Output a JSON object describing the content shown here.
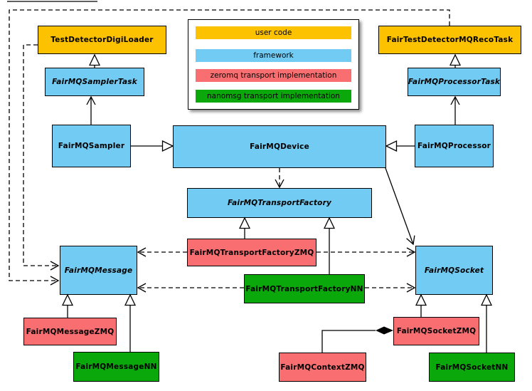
{
  "palette": {
    "user_code": "#FCC200",
    "framework": "#72CBF2",
    "zeromq": "#F96F71",
    "nanomsg": "#0BA80B",
    "line": "#000000",
    "background": "#FFFFFF"
  },
  "legend": {
    "items": [
      {
        "label": "user code",
        "category": "user_code"
      },
      {
        "label": "framework",
        "category": "framework"
      },
      {
        "label": "zeromq transport implementation",
        "category": "zeromq"
      },
      {
        "label": "nanomsg transport implementation",
        "category": "nanomsg"
      }
    ]
  },
  "nodes": {
    "digiloader": {
      "label": "TestDetectorDigiLoader",
      "category": "user_code",
      "abstract": false
    },
    "recotask": {
      "label": "FairTestDetectorMQRecoTask",
      "category": "user_code",
      "abstract": false
    },
    "samplertask": {
      "label": "FairMQSamplerTask",
      "category": "framework",
      "abstract": true
    },
    "processortask": {
      "label": "FairMQProcessorTask",
      "category": "framework",
      "abstract": true
    },
    "sampler": {
      "label": "FairMQSampler",
      "category": "framework",
      "abstract": false
    },
    "device": {
      "label": "FairMQDevice",
      "category": "framework",
      "abstract": false
    },
    "processor": {
      "label": "FairMQProcessor",
      "category": "framework",
      "abstract": false
    },
    "transportfactory": {
      "label": "FairMQTransportFactory",
      "category": "framework",
      "abstract": true
    },
    "tfzmq": {
      "label": "FairMQTransportFactoryZMQ",
      "category": "zeromq",
      "abstract": false
    },
    "tfnn": {
      "label": "FairMQTransportFactoryNN",
      "category": "nanomsg",
      "abstract": false
    },
    "message": {
      "label": "FairMQMessage",
      "category": "framework",
      "abstract": true
    },
    "socket": {
      "label": "FairMQSocket",
      "category": "framework",
      "abstract": true
    },
    "messagezmq": {
      "label": "FairMQMessageZMQ",
      "category": "zeromq",
      "abstract": false
    },
    "messagenn": {
      "label": "FairMQMessageNN",
      "category": "nanomsg",
      "abstract": false
    },
    "socketzmq": {
      "label": "FairMQSocketZMQ",
      "category": "zeromq",
      "abstract": false
    },
    "contextzmq": {
      "label": "FairMQContextZMQ",
      "category": "zeromq",
      "abstract": false
    },
    "socketnn": {
      "label": "FairMQSocketNN",
      "category": "nanomsg",
      "abstract": false
    }
  },
  "edges": [
    {
      "from": "FairMQSamplerTask",
      "to": "TestDetectorDigiLoader",
      "type": "inheritance"
    },
    {
      "from": "FairMQProcessorTask",
      "to": "FairTestDetectorMQRecoTask",
      "type": "inheritance"
    },
    {
      "from": "FairMQSampler",
      "to": "FairMQDevice",
      "type": "inheritance"
    },
    {
      "from": "FairMQProcessor",
      "to": "FairMQDevice",
      "type": "inheritance"
    },
    {
      "from": "FairMQSampler",
      "to": "FairMQSamplerTask",
      "type": "association"
    },
    {
      "from": "FairMQProcessor",
      "to": "FairMQProcessorTask",
      "type": "association"
    },
    {
      "from": "FairMQDevice",
      "to": "FairMQSocket",
      "type": "association"
    },
    {
      "from": "FairMQDevice",
      "to": "FairMQTransportFactory",
      "type": "dependency"
    },
    {
      "from": "TestDetectorDigiLoader",
      "to": "FairMQMessage",
      "type": "dependency"
    },
    {
      "from": "FairTestDetectorMQRecoTask",
      "to": "FairMQMessage",
      "type": "dependency"
    },
    {
      "from": "FairMQTransportFactoryZMQ",
      "to": "FairMQTransportFactory",
      "type": "inheritance"
    },
    {
      "from": "FairMQTransportFactoryNN",
      "to": "FairMQTransportFactory",
      "type": "inheritance"
    },
    {
      "from": "FairMQTransportFactoryZMQ",
      "to": "FairMQMessage",
      "type": "dependency"
    },
    {
      "from": "FairMQTransportFactoryZMQ",
      "to": "FairMQSocket",
      "type": "dependency"
    },
    {
      "from": "FairMQTransportFactoryNN",
      "to": "FairMQMessage",
      "type": "dependency"
    },
    {
      "from": "FairMQTransportFactoryNN",
      "to": "FairMQSocket",
      "type": "dependency"
    },
    {
      "from": "FairMQMessageZMQ",
      "to": "FairMQMessage",
      "type": "inheritance"
    },
    {
      "from": "FairMQMessageNN",
      "to": "FairMQMessage",
      "type": "inheritance"
    },
    {
      "from": "FairMQSocketZMQ",
      "to": "FairMQSocket",
      "type": "inheritance"
    },
    {
      "from": "FairMQSocketNN",
      "to": "FairMQSocket",
      "type": "inheritance"
    },
    {
      "from": "FairMQContextZMQ",
      "to": "FairMQSocketZMQ",
      "type": "composition"
    }
  ]
}
